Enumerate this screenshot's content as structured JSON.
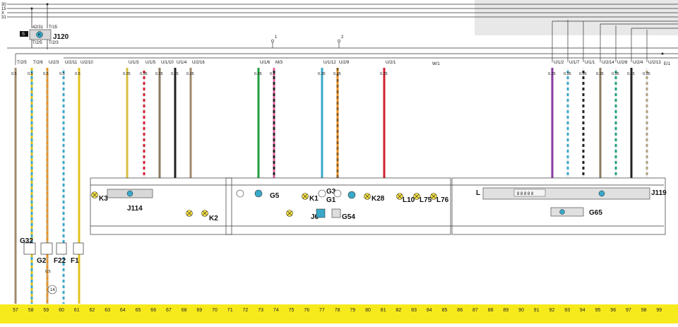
{
  "bus_labels": [
    "30",
    "15",
    "X",
    "31"
  ],
  "relay": {
    "name": "J120",
    "pins": [
      "42/31",
      "T/15",
      "T/2/5",
      "T/2/3"
    ],
    "fuse_tag": "S"
  },
  "top_refs": [
    "1",
    "2"
  ],
  "grid": [
    "57",
    "58",
    "59",
    "60",
    "61",
    "62",
    "63",
    "64",
    "65",
    "66",
    "67",
    "68",
    "69",
    "70",
    "71",
    "72",
    "73",
    "74",
    "75",
    "76",
    "77",
    "78",
    "79",
    "80",
    "81",
    "82",
    "83",
    "84",
    "85",
    "86",
    "87",
    "88",
    "89",
    "90",
    "91",
    "92",
    "93",
    "94",
    "95",
    "96",
    "97",
    "98",
    "99"
  ],
  "wires": [
    {
      "pin": "T/2/5",
      "gauge": "0.5",
      "color": "#a08a6c",
      "stripe": null
    },
    {
      "pin": "T/2/6",
      "gauge": "0.5",
      "color": "#3aa8c8",
      "stripe": "#e0c020"
    },
    {
      "pin": "U/2/3",
      "gauge": "0.5",
      "color": "#c8a060",
      "stripe": "#e89020"
    },
    {
      "pin": "U/2/11",
      "gauge": "0.5",
      "color": "#3aa8c8",
      "stripe": "#f0f0f0"
    },
    {
      "pin": "U/2/10",
      "gauge": "0.5",
      "color": "#e0c020",
      "stripe": null
    },
    {
      "pin": "U/1/3",
      "gauge": "0.35",
      "color": "#d8c040",
      "stripe": null
    },
    {
      "pin": "U/1/5",
      "gauge": "0.35",
      "color": "#d02030",
      "stripe": "#f0f0f0"
    },
    {
      "pin": "U/1/10",
      "gauge": "0.35",
      "color": "#8a7a60",
      "stripe": null
    },
    {
      "pin": "U/1/4",
      "gauge": "0.35",
      "color": "#222222",
      "stripe": null
    },
    {
      "pin": "U/2/16",
      "gauge": "0.35",
      "color": "#a08a6c",
      "stripe": null
    },
    {
      "pin": "U/1/6",
      "gauge": "0.35",
      "color": "#20a040",
      "stripe": null
    },
    {
      "pin": "M/3",
      "gauge": "0.5",
      "color": "#222222",
      "stripe": "#e060a0"
    },
    {
      "pin": "U/1/12",
      "gauge": "0.35",
      "color": "#3aa8c8",
      "stripe": null
    },
    {
      "pin": "U/2/9",
      "gauge": "0.35",
      "color": "#e89020",
      "stripe": "#8a5a20"
    },
    {
      "pin": "U/2/1",
      "gauge": "0.35",
      "color": "#d02030",
      "stripe": null
    },
    {
      "pin": "U/1/2",
      "gauge": "0.35",
      "color": "#8a3aa0",
      "stripe": null
    },
    {
      "pin": "U/1/7",
      "gauge": "0.35",
      "color": "#3aa8c8",
      "stripe": "#f0f0f0"
    },
    {
      "pin": "U/1/1",
      "gauge": "0.35",
      "color": "#222222",
      "stripe": "#f0f0f0"
    },
    {
      "pin": "U/2/14",
      "gauge": "0.35",
      "color": "#8a7a60",
      "stripe": null
    },
    {
      "pin": "U/2/8",
      "gauge": "0.35",
      "color": "#20a080",
      "stripe": "#f0f0f0"
    },
    {
      "pin": "U/2/4",
      "gauge": "0.35",
      "color": "#222222",
      "stripe": null
    },
    {
      "pin": "U/2/13",
      "gauge": "0.35",
      "color": "#b0a080",
      "stripe": "#f0f0f0"
    }
  ],
  "components": {
    "j114": "J114",
    "k3": "K3",
    "k2": "K2",
    "k1": "K1",
    "g5": "G5",
    "j6": "J6",
    "g1": "G1",
    "g3": "G3",
    "g54": "G54",
    "k28": "K28",
    "l10": "L10",
    "l75": "L75",
    "l76": "L76",
    "j119": "J119",
    "g65": "G65",
    "g32": "G32",
    "g2": "G2",
    "f22": "F22",
    "f1": "F1",
    "l": "L"
  },
  "misc": {
    "ground_ref": "14",
    "gauge_left": "0.5",
    "right_label": "E/1",
    "w1": "W/1"
  }
}
